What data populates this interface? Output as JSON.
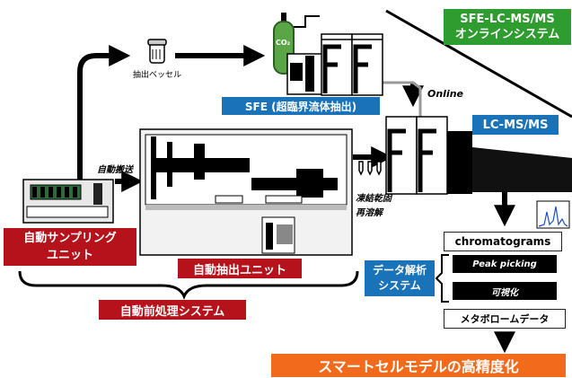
{
  "title_box": {
    "line1": "SFE-LC-MS/MS",
    "line2": "オンラインシステム"
  },
  "labels": {
    "extraction_vessel": "抽出ベッセル",
    "co2": "CO₂",
    "sfe": "SFE (超臨界流体抽出)",
    "online": "Online",
    "lcmsms": "LC-MS/MS",
    "auto_transfer": "自動搬送",
    "freeze_dry": "凍結乾固",
    "redissolve": "再溶解",
    "auto_sampling_line1": "自動サンプリング",
    "auto_sampling_line2": "ユニット",
    "auto_extraction": "自動抽出ユニット",
    "auto_pretreatment": "自動前処理システム",
    "chromatograms": "chromatograms",
    "analysis_line1": "データ解析",
    "analysis_line2": "システム",
    "peak_picking": "Peak picking",
    "visualization": "可視化",
    "metabolome": "メタボロームデータ",
    "goal": "スマートセルモデルの高精度化"
  },
  "colors": {
    "red": "#b5121b",
    "blue": "#1a73b8",
    "green": "#2e9c2e",
    "orange": "#f26b1d",
    "cylinder": "#5aa646"
  }
}
